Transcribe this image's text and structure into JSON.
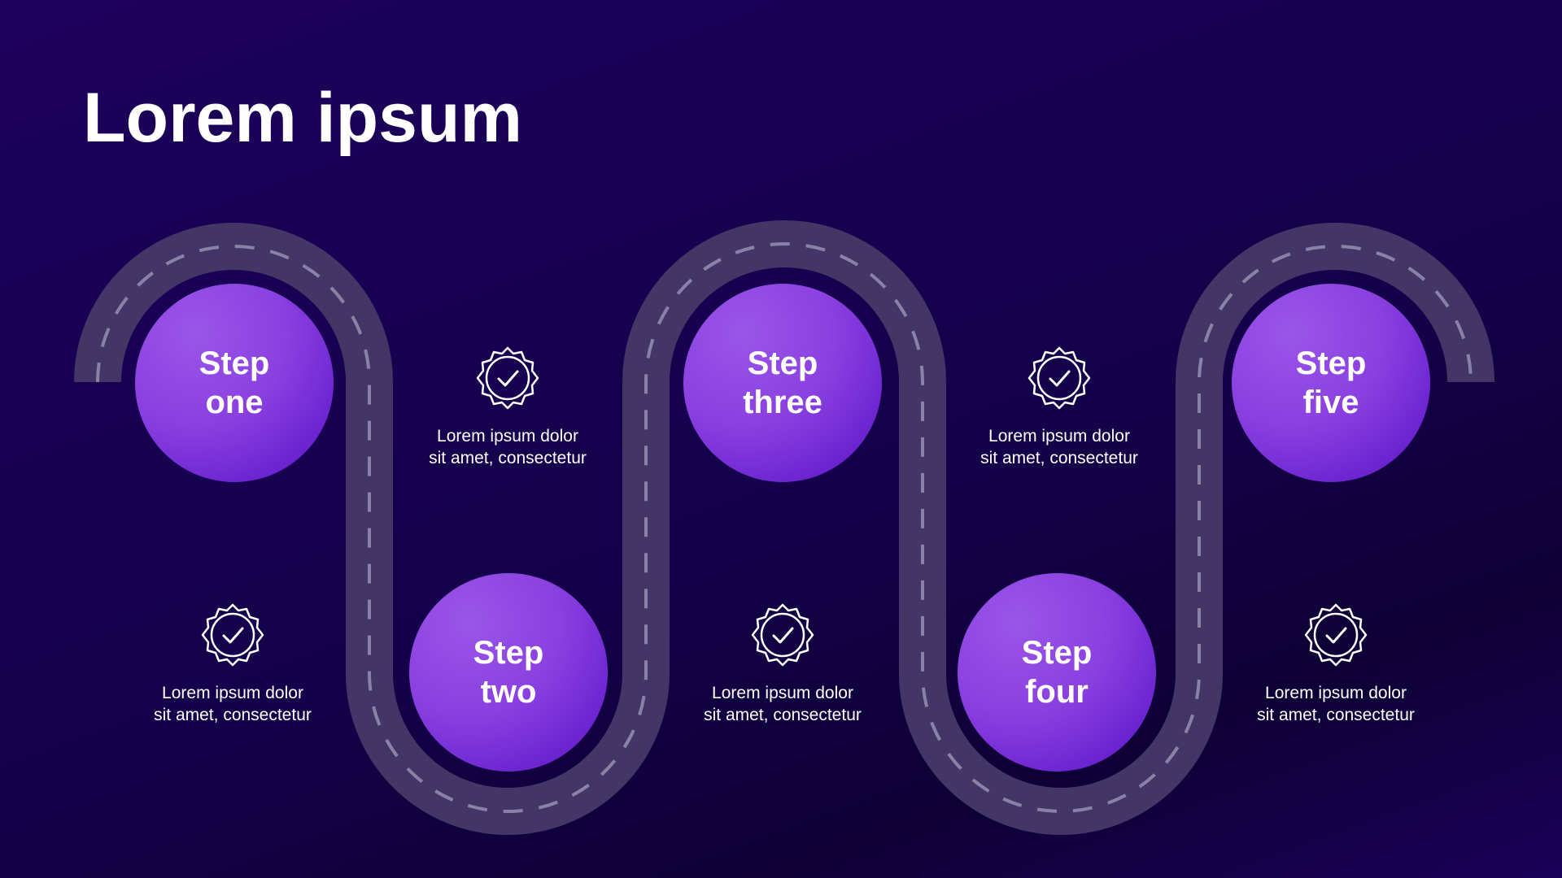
{
  "title": "Lorem ipsum",
  "steps": [
    {
      "label": "Step\none"
    },
    {
      "label": "Step\ntwo"
    },
    {
      "label": "Step\nthree"
    },
    {
      "label": "Step\nfour"
    },
    {
      "label": "Step\nfive"
    }
  ],
  "notes": [
    {
      "line1": "Lorem ipsum dolor",
      "line2": "sit amet, consectetur"
    },
    {
      "line1": "Lorem ipsum dolor",
      "line2": "sit amet, consectetur"
    },
    {
      "line1": "Lorem ipsum dolor",
      "line2": "sit amet, consectetur"
    },
    {
      "line1": "Lorem ipsum dolor",
      "line2": "sit amet, consectetur"
    },
    {
      "line1": "Lorem ipsum dolor",
      "line2": "sit amet, consectetur"
    }
  ],
  "icons": {
    "badge": "verified-check-badge-icon"
  },
  "colors": {
    "background": "#14004a",
    "road": "#433666",
    "road_dash": "#8a82a6",
    "circle": "#8a40e0",
    "text": "#ffffff"
  }
}
